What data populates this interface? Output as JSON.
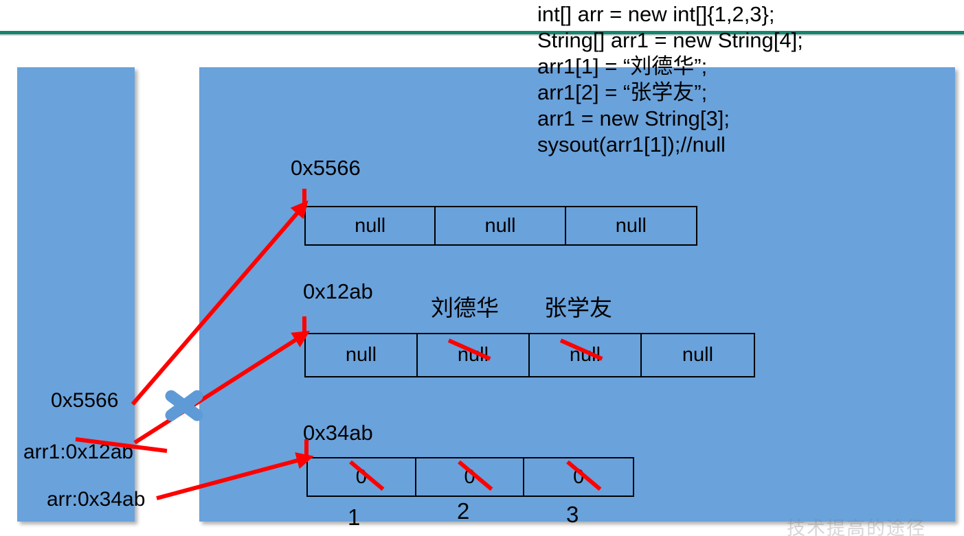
{
  "slide": {
    "background_color": "#ffffff",
    "panel_color": "#6AA2DB",
    "accent_rule_color": "#12866F",
    "annotation_color": "#FF0000",
    "watermark": "技术提高的途径"
  },
  "code": {
    "lines": [
      "int[] arr = new int[]{1,2,3};",
      "String[] arr1 = new String[4];",
      "arr1[1] = “刘德华”;",
      "arr1[2] = “张学友”;",
      "arr1 = new String[3];",
      "sysout(arr1[1]);//null"
    ]
  },
  "stack": {
    "entries": [
      {
        "id": "0x5566",
        "label": "0x5566"
      },
      {
        "id": "arr1",
        "label": "arr1:0x12ab",
        "struck": true
      },
      {
        "id": "arr",
        "label": "arr:0x34ab"
      }
    ]
  },
  "heap": {
    "arrays": [
      {
        "id": "array-new",
        "address": "0x5566",
        "cells": [
          {
            "value": "null",
            "struck": false
          },
          {
            "value": "null",
            "struck": false
          },
          {
            "value": "null",
            "struck": false
          }
        ]
      },
      {
        "id": "array-old",
        "address": "0x12ab",
        "cells": [
          {
            "value": "null",
            "struck": false
          },
          {
            "value": "null",
            "struck": true,
            "assigned": "刘德华"
          },
          {
            "value": "null",
            "struck": true,
            "assigned": "张学友"
          },
          {
            "value": "null",
            "struck": false
          }
        ]
      },
      {
        "id": "array-int",
        "address": "0x34ab",
        "cells": [
          {
            "value": "0",
            "struck": true,
            "index_label": "1"
          },
          {
            "value": "0",
            "struck": true,
            "index_label": "2"
          },
          {
            "value": "0",
            "struck": true,
            "index_label": "3"
          }
        ]
      }
    ]
  },
  "annotations": {
    "names_above_old_array": [
      "刘德华",
      "张学友"
    ],
    "index_labels_below_int_array": [
      "1",
      "2",
      "3"
    ],
    "x_mark": "x-mark-icon"
  }
}
